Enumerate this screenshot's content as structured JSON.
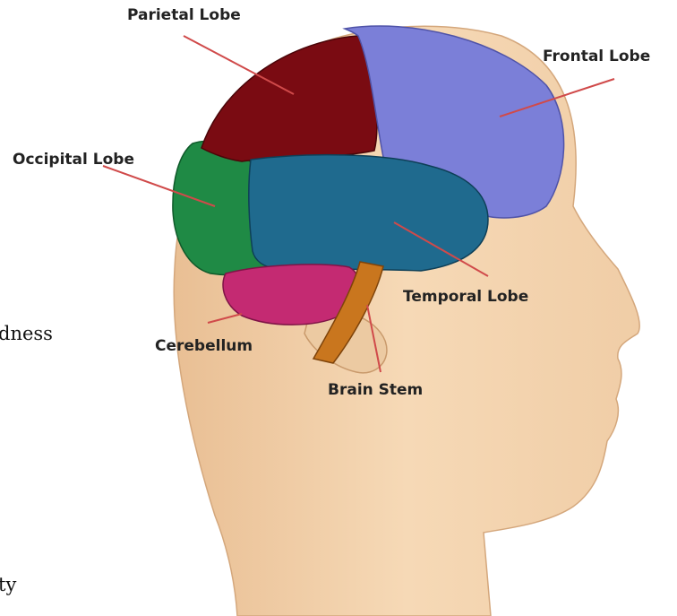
{
  "background_text": {
    "fragment_1": "dness",
    "fragment_2": "ty"
  },
  "diagram": {
    "labels": {
      "parietal": "Parietal Lobe",
      "frontal": "Frontal Lobe",
      "occipital": "Occipital Lobe",
      "temporal": "Temporal Lobe",
      "cerebellum": "Cerebellum",
      "brain_stem": "Brain Stem"
    },
    "colors": {
      "skin": "#f3d2ac",
      "parietal": "#7a0b12",
      "frontal": "#7b7fd8",
      "occipital": "#1f8a45",
      "temporal": "#1f6a8e",
      "cerebellum": "#c42a72",
      "brain_stem": "#c9761e",
      "leader_line": "#d04a4a"
    }
  }
}
